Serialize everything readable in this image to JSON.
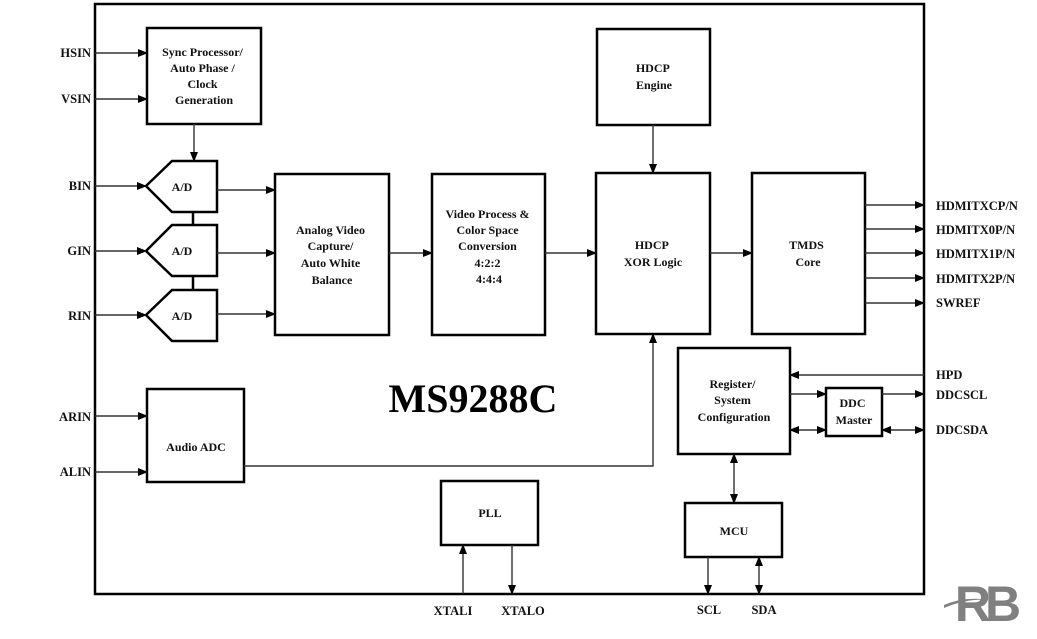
{
  "chip_name": "MS9288C",
  "blocks": {
    "sync": [
      "Sync Processor/",
      "Auto Phase /",
      "Clock",
      "Generation"
    ],
    "ad_b": [
      "A/D"
    ],
    "ad_g": [
      "A/D"
    ],
    "ad_r": [
      "A/D"
    ],
    "avc": [
      "Analog Video",
      "Capture/",
      "Auto White",
      "Balance"
    ],
    "vp": [
      "Video Process &",
      "Color Space",
      "Conversion",
      "4:2:2",
      "4:4:4"
    ],
    "hdcp_engine": [
      "HDCP",
      "Engine"
    ],
    "hdcp_xor": [
      "HDCP",
      "XOR Logic"
    ],
    "tmds": [
      "TMDS",
      "Core"
    ],
    "reg": [
      "Register/",
      "System",
      "Configuration"
    ],
    "ddc": [
      "DDC",
      "Master"
    ],
    "audio": [
      "Audio ADC"
    ],
    "pll": [
      "PLL"
    ],
    "mcu": [
      "MCU"
    ]
  },
  "pins": {
    "left": [
      "HSIN",
      "VSIN",
      "BIN",
      "GIN",
      "RIN",
      "ARIN",
      "ALIN"
    ],
    "right": [
      "HDMITXCP/N",
      "HDMITX0P/N",
      "HDMITX1P/N",
      "HDMITX2P/N",
      "SWREF",
      "HPD",
      "DDCSCL",
      "DDCSDA"
    ],
    "bottom": [
      "XTALI",
      "XTALO",
      "SCL",
      "SDA"
    ]
  },
  "logo_text": "RB"
}
